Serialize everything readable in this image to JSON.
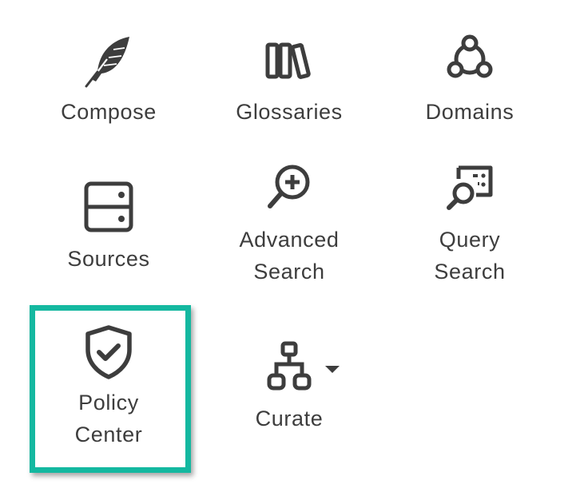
{
  "tiles": {
    "compose": {
      "label": "Compose",
      "icon": "feather-icon"
    },
    "glossaries": {
      "label": "Glossaries",
      "icon": "books-icon"
    },
    "domains": {
      "label": "Domains",
      "icon": "domains-network-icon"
    },
    "sources": {
      "label": "Sources",
      "icon": "server-icon"
    },
    "advanced_search": {
      "label": "Advanced\nSearch",
      "icon": "search-plus-icon"
    },
    "query_search": {
      "label": "Query\nSearch",
      "icon": "query-search-icon"
    },
    "policy_center": {
      "label": "Policy\nCenter",
      "icon": "shield-check-icon"
    },
    "curate": {
      "label": "Curate",
      "icon": "sitemap-icon"
    }
  },
  "colors": {
    "icon": "#3d3d3d",
    "highlight": "#14b8a0"
  }
}
